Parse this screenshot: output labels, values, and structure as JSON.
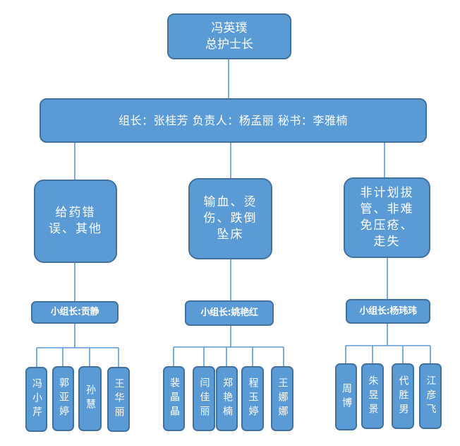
{
  "head_nurse": {
    "name": "冯英璞",
    "title": "总护士长"
  },
  "committee": {
    "text": "组长：张桂芳  负责人：杨孟丽  秘书：李雅楠"
  },
  "groups": [
    {
      "category": "给药错误、其他",
      "leader": "小组长:贡静",
      "members": [
        "冯小芹",
        "郭亚婷",
        "孙慧",
        "王华丽"
      ]
    },
    {
      "category": "输血、烫伤、跌倒坠床",
      "leader": "小组长:姚艳红",
      "members": [
        "裴晶晶",
        "闫佳丽",
        "郑艳楠",
        "程玉婷",
        "王娜娜"
      ]
    },
    {
      "category": "非计划拔管、非难免压疮、走失",
      "leader": "小组长:杨玮玮",
      "members": [
        "周博",
        "朱昱景",
        "代胜男",
        "江彦飞"
      ]
    }
  ],
  "colors": {
    "box_fill": "#5b9bd5",
    "box_border": "#41719c",
    "connector": "#5b9bd5",
    "text": "#ffffff"
  }
}
